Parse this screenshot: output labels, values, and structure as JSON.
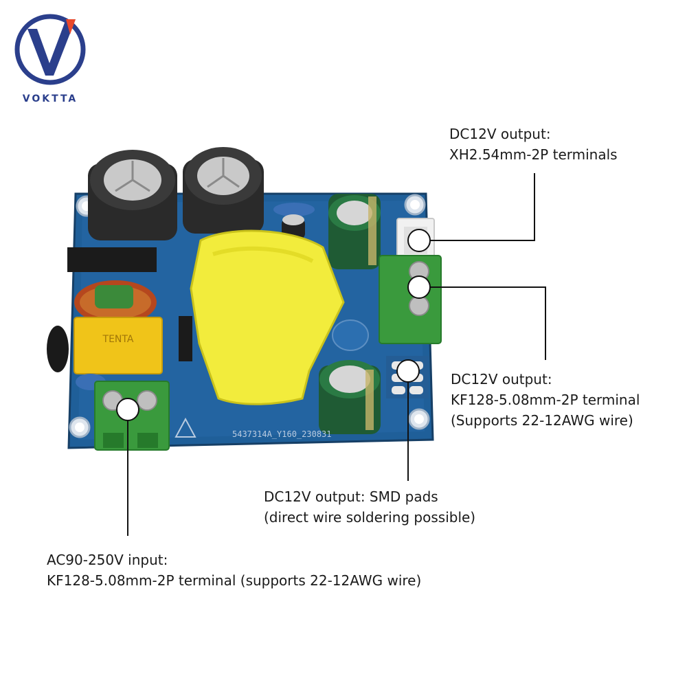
{
  "brand": {
    "name": "VOKTTA",
    "primary_color": "#2b3f8c",
    "accent_color": "#e8482c"
  },
  "callouts": {
    "xh_output": {
      "line1": "DC12V output:",
      "line2": "XH2.54mm-2P terminals"
    },
    "kf_output": {
      "line1": "DC12V output:",
      "line2": "KF128-5.08mm-2P terminal",
      "line3": "(Supports 22-12AWG wire)"
    },
    "smd_output": {
      "line1": "DC12V output: SMD pads",
      "line2": "(direct wire soldering possible)"
    },
    "ac_input": {
      "line1": "AC90-250V input:",
      "line2": "KF128-5.08mm-2P terminal (supports 22-12AWG wire)"
    }
  },
  "board": {
    "pcb_color": "#1f5f99",
    "part_number": "5437314A_Y160_230831",
    "x_cap_marking": "TENTA"
  }
}
